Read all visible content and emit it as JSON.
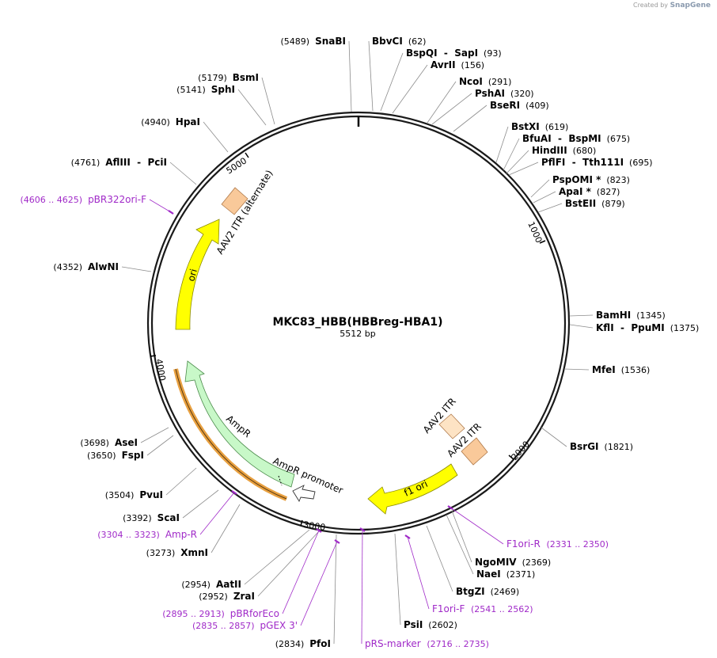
{
  "branding": {
    "created_by": "Created by",
    "app": "SnapGene"
  },
  "plasmid": {
    "name": "MKC83_HBB(HBBreg-HBA1)",
    "length": "5512 bp"
  },
  "colors": {
    "enzyme_text": "#000000",
    "primer_text": "#a02ac8",
    "leader": "#8c8c8c",
    "ori": "#ffff00",
    "itr": "#f9c99a",
    "itr_light": "#fde3c4",
    "ampr": "#c8f8c8",
    "ampr_arrow": "#e8a040",
    "backbone": "#1a1a1a"
  },
  "ticks": [
    "1000",
    "2000",
    "3000",
    "4000",
    "5000"
  ],
  "features": [
    {
      "name": "AAV2 ITR (alternate)",
      "type": "itr"
    },
    {
      "name": "ori",
      "type": "ori"
    },
    {
      "name": "AmpR",
      "type": "cds"
    },
    {
      "name": "AmpR promoter",
      "type": "promoter"
    },
    {
      "name": "AAV2 ITR",
      "type": "itr"
    },
    {
      "name": "AAV2 ITR",
      "type": "itr"
    },
    {
      "name": "f1 ori",
      "type": "ori"
    }
  ],
  "sites": [
    {
      "name": "SnaBI",
      "pos": "(5489)"
    },
    {
      "name": "BbvCI",
      "pos": "(62)"
    },
    {
      "name": "BspQI",
      "name2": "SapI",
      "pos": "(93)"
    },
    {
      "name": "AvrII",
      "pos": "(156)"
    },
    {
      "name": "NcoI",
      "pos": "(291)"
    },
    {
      "name": "PshAI",
      "pos": "(320)"
    },
    {
      "name": "BseRI",
      "pos": "(409)"
    },
    {
      "name": "BstXI",
      "pos": "(619)"
    },
    {
      "name": "BfuAI",
      "name2": "BspMI",
      "pos": "(675)"
    },
    {
      "name": "HindIII",
      "pos": "(680)"
    },
    {
      "name": "PflFI",
      "name2": "Tth111I",
      "pos": "(695)"
    },
    {
      "name": "PspOMI *",
      "pos": "(823)"
    },
    {
      "name": "ApaI *",
      "pos": "(827)"
    },
    {
      "name": "BstEII",
      "pos": "(879)"
    },
    {
      "name": "BamHI",
      "pos": "(1345)"
    },
    {
      "name": "KflI",
      "name2": "PpuMI",
      "pos": "(1375)"
    },
    {
      "name": "MfeI",
      "pos": "(1536)"
    },
    {
      "name": "BsrGI",
      "pos": "(1821)"
    },
    {
      "name": "NgoMIV",
      "pos": "(2369)"
    },
    {
      "name": "NaeI",
      "pos": "(2371)"
    },
    {
      "name": "BtgZI",
      "pos": "(2469)"
    },
    {
      "name": "PsiI",
      "pos": "(2602)"
    },
    {
      "name": "PfoI",
      "pos": "(2834)"
    },
    {
      "name": "ZraI",
      "pos": "(2952)"
    },
    {
      "name": "AatII",
      "pos": "(2954)"
    },
    {
      "name": "XmnI",
      "pos": "(3273)"
    },
    {
      "name": "ScaI",
      "pos": "(3392)"
    },
    {
      "name": "PvuI",
      "pos": "(3504)"
    },
    {
      "name": "FspI",
      "pos": "(3650)"
    },
    {
      "name": "AseI",
      "pos": "(3698)"
    },
    {
      "name": "AlwNI",
      "pos": "(4352)"
    },
    {
      "name": "AflIII",
      "name2": "PciI",
      "pos": "(4761)"
    },
    {
      "name": "HpaI",
      "pos": "(4940)"
    },
    {
      "name": "SphI",
      "pos": "(5141)"
    },
    {
      "name": "BsmI",
      "pos": "(5179)"
    }
  ],
  "primers": [
    {
      "name": "pBR322ori-F",
      "range": "(4606 .. 4625)"
    },
    {
      "name": "Amp-R",
      "range": "(3304 .. 3323)"
    },
    {
      "name": "pBRforEco",
      "range": "(2895 .. 2913)"
    },
    {
      "name": "pGEX 3'",
      "range": "(2835 .. 2857)"
    },
    {
      "name": "pRS-marker",
      "range": "(2716 .. 2735)"
    },
    {
      "name": "F1ori-F",
      "range": "(2541 .. 2562)"
    },
    {
      "name": "F1ori-R",
      "range": "(2331 .. 2350)"
    }
  ]
}
